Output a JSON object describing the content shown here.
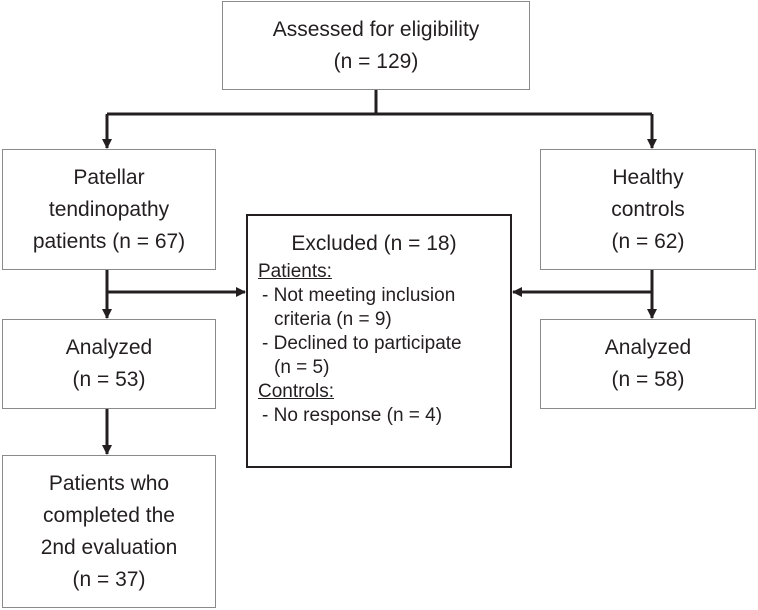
{
  "assessed": {
    "line1": "Assessed for eligibility",
    "line2": "(n = 129)"
  },
  "patellar": {
    "line1": "Patellar",
    "line2": "tendinopathy",
    "line3": "patients (n = 67)"
  },
  "healthy": {
    "line1": "Healthy",
    "line2": "controls",
    "line3": "(n = 62)"
  },
  "analyzed_patients": {
    "line1": "Analyzed",
    "line2": "(n = 53)"
  },
  "analyzed_controls": {
    "line1": "Analyzed",
    "line2": "(n = 58)"
  },
  "completed": {
    "line1": "Patients who",
    "line2": "completed the",
    "line3": "2nd evaluation",
    "line4": "(n = 37)"
  },
  "excluded": {
    "title": "Excluded (n = 18)",
    "patients_heading": "Patients:",
    "item1_line1": "- Not meeting inclusion",
    "item1_line2": "criteria (n = 9)",
    "item2_line1": "- Declined to participate",
    "item2_line2": "(n = 5)",
    "controls_heading": "Controls:",
    "item3": "- No response (n = 4)"
  }
}
